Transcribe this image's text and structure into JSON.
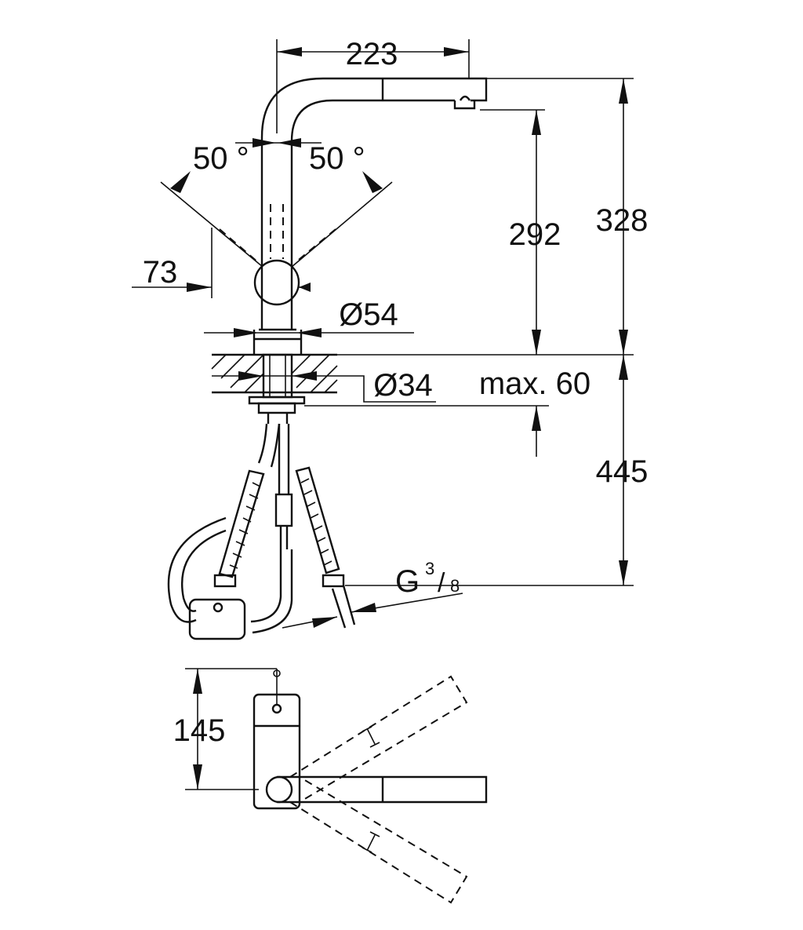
{
  "dimensions": {
    "spout_reach": "223",
    "swivel_left": "50 °",
    "swivel_right": "50 °",
    "height_total": "328",
    "height_outlet": "292",
    "offset": "73",
    "body_diameter": "Ø54",
    "hole_diameter": "Ø34",
    "deck_thickness": "max. 60",
    "hose_length": "445",
    "connection_thread": "G",
    "connection_numerator": "3",
    "connection_slash": "/",
    "connection_denominator": "8",
    "top_view_depth": "145"
  }
}
